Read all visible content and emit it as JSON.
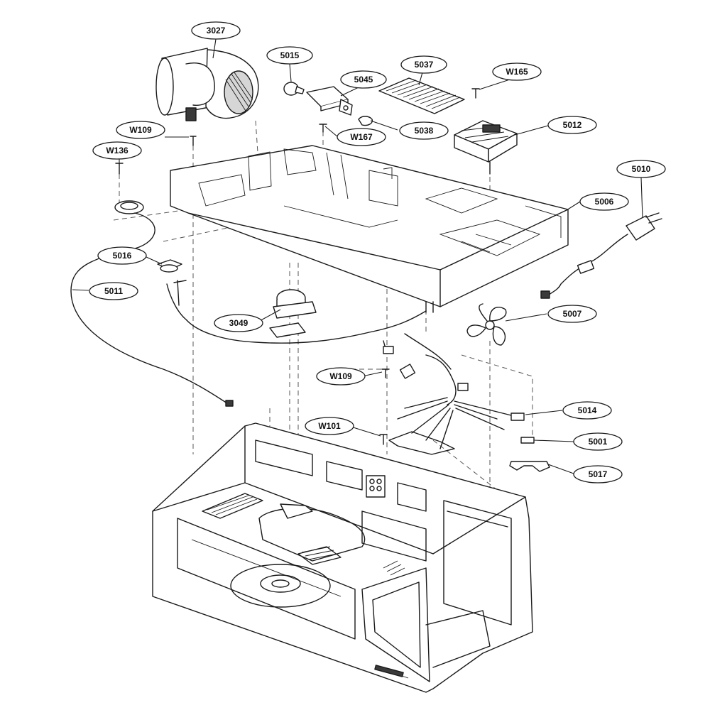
{
  "colors": {
    "line": "#1a1a1a",
    "shade": "#d6d6d6",
    "background": "#ffffff"
  },
  "callouts": [
    {
      "id": "3027",
      "label": "3027"
    },
    {
      "id": "5015",
      "label": "5015"
    },
    {
      "id": "5045",
      "label": "5045"
    },
    {
      "id": "5037",
      "label": "5037"
    },
    {
      "id": "W165",
      "label": "W165"
    },
    {
      "id": "5038",
      "label": "5038"
    },
    {
      "id": "W167",
      "label": "W167"
    },
    {
      "id": "5012",
      "label": "5012"
    },
    {
      "id": "W109a",
      "label": "W109"
    },
    {
      "id": "W136",
      "label": "W136"
    },
    {
      "id": "5010",
      "label": "5010"
    },
    {
      "id": "5006",
      "label": "5006"
    },
    {
      "id": "5016",
      "label": "5016"
    },
    {
      "id": "5011",
      "label": "5011"
    },
    {
      "id": "3049",
      "label": "3049"
    },
    {
      "id": "5007",
      "label": "5007"
    },
    {
      "id": "W109b",
      "label": "W109"
    },
    {
      "id": "5014",
      "label": "5014"
    },
    {
      "id": "W101",
      "label": "W101"
    },
    {
      "id": "5001",
      "label": "5001"
    },
    {
      "id": "5017",
      "label": "5017"
    }
  ]
}
